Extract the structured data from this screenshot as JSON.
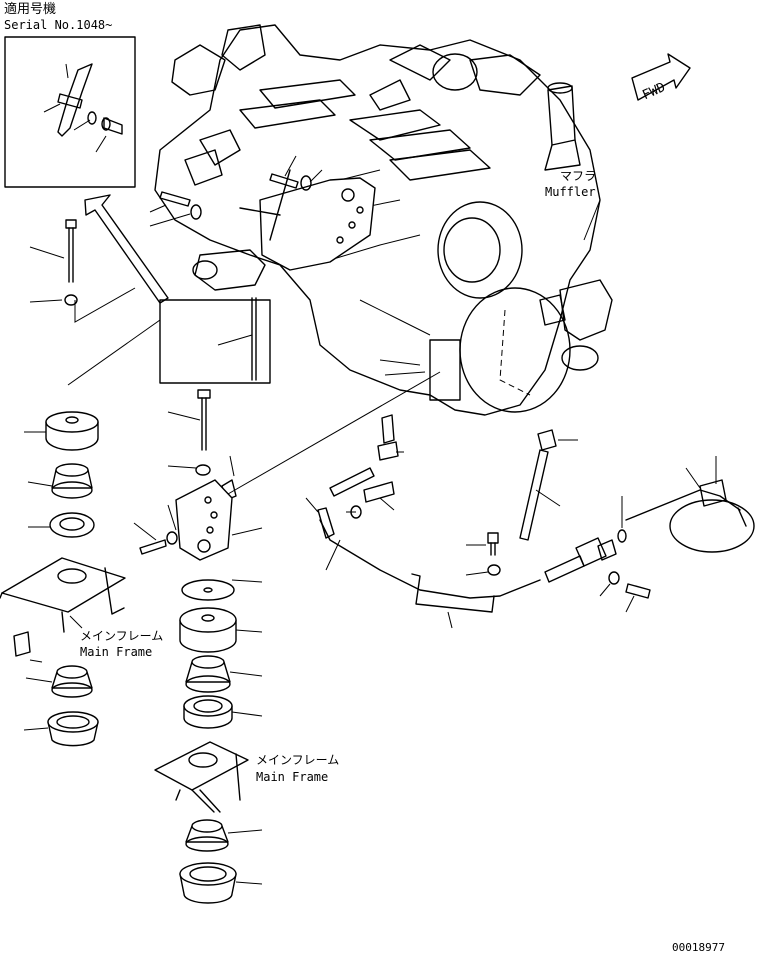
{
  "header": {
    "applicability_jp": "適用号機",
    "serial_label": "Serial No.1048~"
  },
  "labels": {
    "muffler_jp": "マフラ",
    "muffler_en": "Muffler",
    "fwd_arrow": "FWD",
    "main_frame_jp_left": "メインフレーム",
    "main_frame_en_left": "Main Frame",
    "main_frame_jp_center": "メインフレーム",
    "main_frame_en_center": "Main Frame"
  },
  "footer": {
    "drawing_number": "00018977"
  }
}
